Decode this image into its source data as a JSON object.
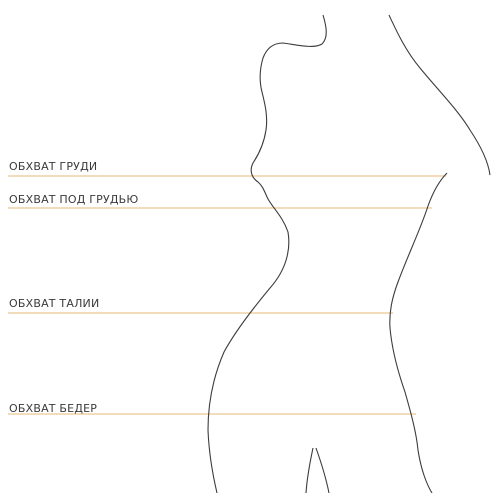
{
  "measurements": {
    "chest_label": "ОБХВАТ ГРУДИ",
    "underbust_label": "ОБХВАТ ПОД ГРУДЬЮ",
    "waist_label": "ОБХВАТ ТАЛИИ",
    "hips_label": "ОБХВАТ БЕДЕР"
  },
  "colors": {
    "line": "#e6b87a",
    "outline": "#3c3c3c",
    "text": "#3a3a3a",
    "background": "#ffffff"
  }
}
